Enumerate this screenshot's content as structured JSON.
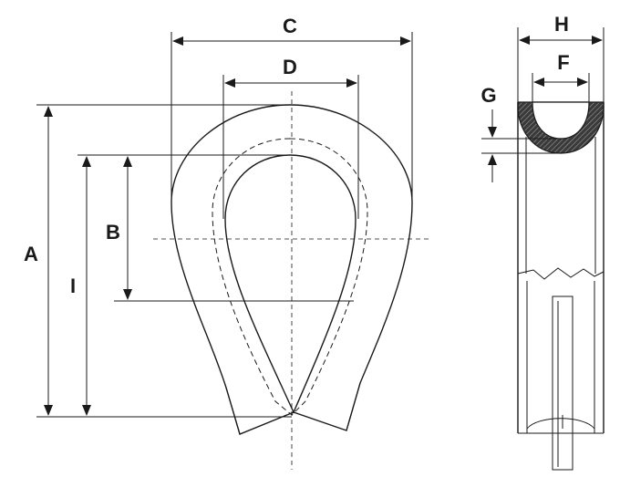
{
  "labels": {
    "A": "A",
    "B": "B",
    "C": "C",
    "D": "D",
    "F": "F",
    "G": "G",
    "H": "H",
    "I": "I"
  },
  "colors": {
    "ink": "#1a1a1a",
    "hatch_fill": "#5a5a5a",
    "background": "#ffffff"
  }
}
